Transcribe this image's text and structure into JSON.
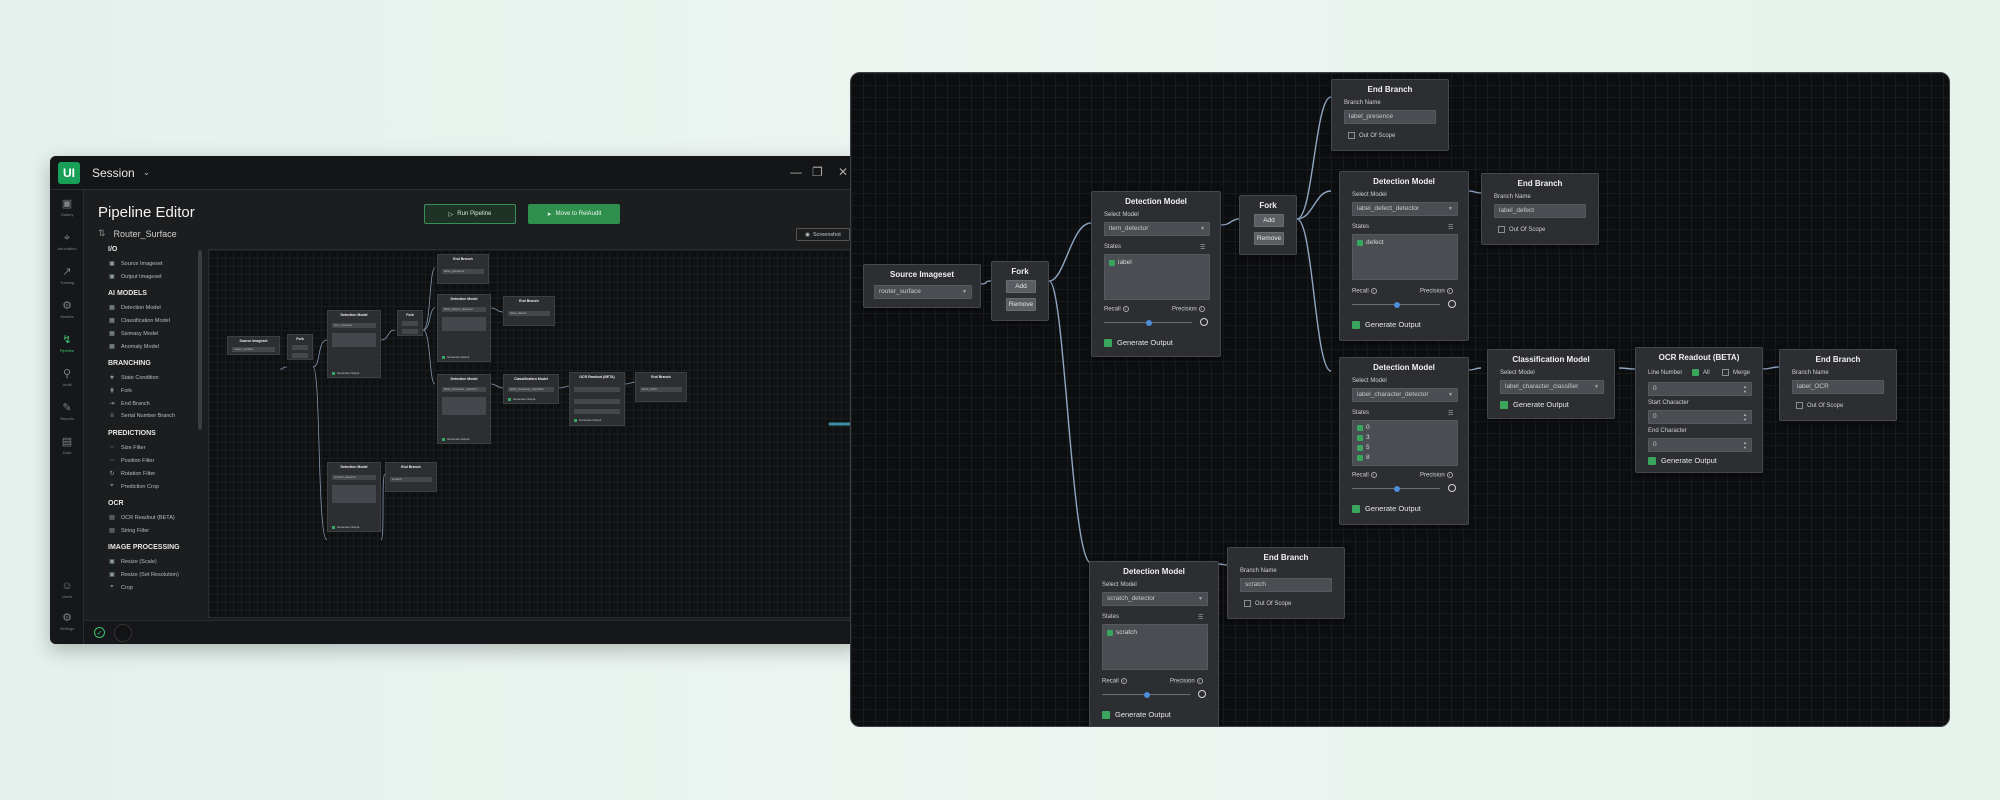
{
  "app": {
    "logo": "UI",
    "session": "Session",
    "title": "Pipeline Editor",
    "project": "Router_Surface",
    "run_label": "Run Pipeline",
    "move_label": "Move to RelAudit",
    "screenshot_label": "Screenshot",
    "nav": [
      {
        "icon": "gallery-icon",
        "label": "Gallery"
      },
      {
        "icon": "annotation-icon",
        "label": "Annotation"
      },
      {
        "icon": "training-icon",
        "label": "Training"
      },
      {
        "icon": "models-icon",
        "label": "Models"
      },
      {
        "icon": "pipeline-icon",
        "label": "Pipeline"
      },
      {
        "icon": "audit-icon",
        "label": "Audit"
      },
      {
        "icon": "reports-icon",
        "label": "Reports"
      },
      {
        "icon": "data-icon",
        "label": "Data"
      },
      {
        "icon": "users-icon",
        "label": "Users"
      },
      {
        "icon": "settings-icon",
        "label": "Settings"
      }
    ],
    "palette": {
      "sections": [
        {
          "title": "I/O",
          "items": [
            "Source Imageset",
            "Output Imageset"
          ]
        },
        {
          "title": "AI MODELS",
          "items": [
            "Detection Model",
            "Classification Model",
            "Ssimasy Model",
            "Anomaly Model"
          ]
        },
        {
          "title": "BRANCHING",
          "items": [
            "State Condition",
            "Fork",
            "End Branch",
            "Serial Number Branch"
          ]
        },
        {
          "title": "PREDICTIONS",
          "items": [
            "Size Filter",
            "Position Filter",
            "Rotation Filter",
            "Prediction Crop"
          ]
        },
        {
          "title": "OCR",
          "items": [
            "OCR Readout (BETA)",
            "String Filter"
          ]
        },
        {
          "title": "IMAGE PROCESSING",
          "items": [
            "Resize (Scale)",
            "Resize (Set Resolution)",
            "Crop"
          ]
        }
      ]
    }
  },
  "labels": {
    "select_model": "Select Model",
    "states": "States",
    "recall": "Recall",
    "precision": "Precision",
    "generate_output": "Generate Output",
    "branch_name": "Branch Name",
    "out_of_scope": "Out Of Scope",
    "add": "Add",
    "remove": "Remove",
    "line_number": "Line Number",
    "all": "All",
    "merge": "Merge",
    "start_character": "Start Character",
    "end_character": "End Character"
  },
  "nodes": {
    "source": {
      "title": "Source Imageset",
      "value": "router_surface"
    },
    "fork1": {
      "title": "Fork"
    },
    "fork2": {
      "title": "Fork"
    },
    "det_item": {
      "title": "Detection Model",
      "model": "item_detector",
      "states": [
        "label"
      ]
    },
    "det_defect": {
      "title": "Detection Model",
      "model": "label_defect_detector",
      "states": [
        "defect"
      ]
    },
    "det_char": {
      "title": "Detection Model",
      "model": "label_character_detector",
      "states": [
        "0",
        "3",
        "5",
        "8"
      ]
    },
    "det_scratch": {
      "title": "Detection Model",
      "model": "scratch_detector",
      "states": [
        "scratch"
      ]
    },
    "end_presence": {
      "title": "End Branch",
      "branch": "label_presence"
    },
    "end_defect": {
      "title": "End Branch",
      "branch": "label_defect"
    },
    "end_scratch": {
      "title": "End Branch",
      "branch": "scratch"
    },
    "end_ocr": {
      "title": "End Branch",
      "branch": "label_OCR"
    },
    "classif": {
      "title": "Classification Model",
      "model": "label_character_classifier"
    },
    "ocr": {
      "title": "OCR Readout (BETA)",
      "start_value": "0",
      "end_value": "0",
      "line_value": "0"
    }
  },
  "colors": {
    "accent": "#3aa55d",
    "wire": "#8fa6c4",
    "arrow": "#3b8f9e"
  }
}
